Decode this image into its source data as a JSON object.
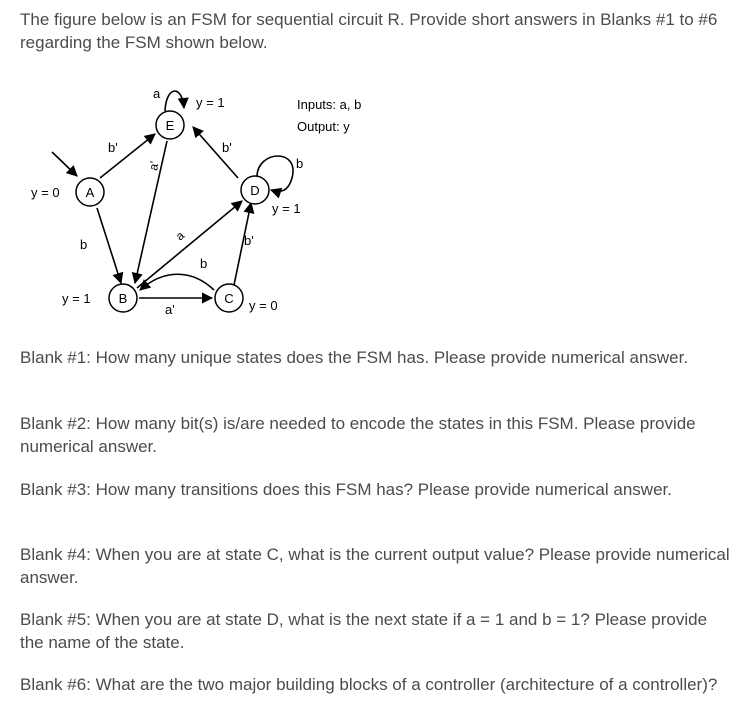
{
  "intro": "The figure below is an FSM for sequential circuit R. Provide short answers in Blanks #1 to #6 regarding the FSM shown below.",
  "fsm": {
    "states": {
      "A": "A",
      "B": "B",
      "C": "C",
      "D": "D",
      "E": "E"
    },
    "outputs": {
      "A": "y = 0",
      "B": "y = 1",
      "C": "y = 0",
      "D": "y = 1",
      "E": "y = 1"
    },
    "legend": {
      "inputs": "Inputs: a, b",
      "output": "Output: y"
    },
    "edge_labels": {
      "A_to_E": "b'",
      "A_to_B": "b",
      "E_self": "a",
      "E_to_B": "a'",
      "D_to_E": "b'",
      "D_self": "b",
      "B_to_D": "a",
      "C_to_B": "b",
      "B_to_C": "a'",
      "C_to_D": "b'"
    }
  },
  "blanks": [
    "Blank #1: How many unique states does the FSM has. Please provide numerical answer.",
    "Blank #2: How many bit(s) is/are needed to encode the states in this FSM. Please provide numerical answer.",
    "Blank #3: How many transitions does this FSM has? Please provide numerical answer.",
    "Blank #4: When you are at state C, what is the current output value? Please provide numerical answer.",
    "Blank #5: When you are at state D, what is the next state if a = 1 and b = 1? Please provide the name of the state.",
    "Blank #6: What are the two major building blocks of a controller (architecture of a controller)?"
  ]
}
